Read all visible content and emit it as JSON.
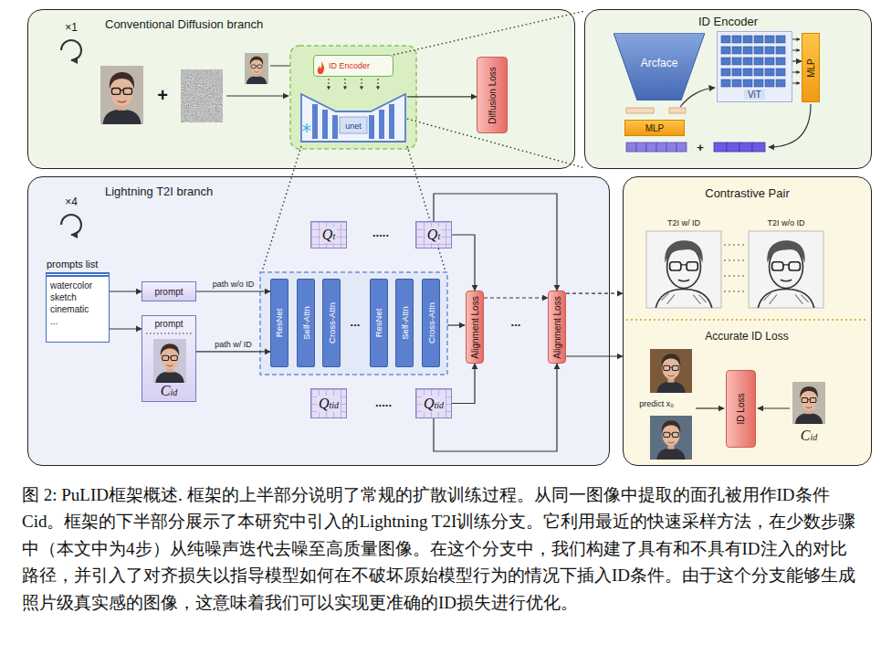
{
  "diagram": {
    "caption": "图 2: PuLID框架概述. 框架的上半部分说明了常规的扩散训练过程。从同一图像中提取的面孔被用作ID条件 Cid。框架的下半部分展示了本研究中引入的Lightning T2I训练分支。它利用最近的快速采样方法，在少数步骤中（本文中为4步）从纯噪声迭代去噪至高质量图像。在这个分支中，我们构建了具有和不具有ID注入的对比路径，并引入了对齐损失以指导模型如何在不破坏原始模型行为的情况下插入ID条件。由于这个分支能够生成照片级真实感的图像，这意味着我们可以实现更准确的ID损失进行优化。",
    "nodes": [
      {
        "text": [
          "Conventional Diffusion branch"
        ]
      },
      {
        "text": [
          "ID Encoder"
        ]
      },
      {
        "text": [
          "ID Encoder"
        ],
        "in": 0
      },
      {
        "text": [
          "unet"
        ],
        "in": 0
      },
      {
        "text": [
          "Diffusion Loss"
        ],
        "in": 0
      },
      {
        "text": [
          "Arcface"
        ],
        "in": 1
      },
      {
        "text": [
          "ViT"
        ],
        "in": 1
      },
      {
        "text": [
          "MLP"
        ],
        "in": 1
      },
      {
        "text": [
          "MLP"
        ],
        "in": 1
      },
      {
        "text": [
          "Lightning T2I branch"
        ]
      },
      {
        "text": [
          "prompts list",
          "watercolor",
          "sketch",
          "cinematic",
          "..."
        ],
        "in": 9
      },
      {
        "text": [
          "prompt"
        ],
        "in": 9
      },
      {
        "text": [
          "prompt",
          "Cid"
        ],
        "in": 9
      },
      {
        "text": [
          "ResNet"
        ],
        "in": 9
      },
      {
        "text": [
          "Self-Attn"
        ],
        "in": 9
      },
      {
        "text": [
          "Cross-Attn"
        ],
        "in": 9
      },
      {
        "text": [
          "ResNet"
        ],
        "in": 9
      },
      {
        "text": [
          "Self-Attn"
        ],
        "in": 9
      },
      {
        "text": [
          "Cross-Attn"
        ],
        "in": 9
      },
      {
        "text": [
          "Qt"
        ],
        "in": 9
      },
      {
        "text": [
          "Qt"
        ],
        "in": 9
      },
      {
        "text": [
          "Qtid"
        ],
        "in": 9
      },
      {
        "text": [
          "Qtid"
        ],
        "in": 9
      },
      {
        "text": [
          "Alignment Loss"
        ],
        "in": 9
      },
      {
        "text": [
          "Alignment Loss"
        ],
        "in": 9
      },
      {
        "text": [
          "Contrastive Pair"
        ]
      },
      {
        "text": [
          "ID Loss"
        ],
        "in": 25
      }
    ],
    "edges": [
      {
        "from": 3,
        "to": 4,
        "arrow": "to"
      },
      {
        "from": 6,
        "to": 7,
        "arrow": "to"
      },
      {
        "from": 10,
        "to": 11,
        "arrow": "to"
      },
      {
        "from": 10,
        "to": 12,
        "arrow": "to"
      },
      {
        "from": 11,
        "to": 13,
        "arrow": "to",
        "label": "path w/o ID"
      },
      {
        "from": 12,
        "to": 13,
        "arrow": "to",
        "label": "path w/ ID"
      },
      {
        "from": 20,
        "to": 23,
        "arrow": "to"
      },
      {
        "from": 20,
        "to": 24,
        "arrow": "to"
      },
      {
        "from": 22,
        "to": 23,
        "arrow": "to"
      },
      {
        "from": 22,
        "to": 24,
        "arrow": "to"
      },
      {
        "from": 23,
        "to": 24,
        "arrow": "to"
      },
      {
        "from": 24,
        "to": 25,
        "arrow": "to"
      },
      {
        "from": 24,
        "to": 25,
        "arrow": "to"
      }
    ],
    "labels": [
      "×1",
      "+",
      "+",
      "×4",
      ".....",
      "...",
      ".....",
      "...",
      "T2I w/ ID",
      "T2I w/o ID",
      "Accurate ID Loss",
      "predict x₀",
      "Cid"
    ]
  }
}
